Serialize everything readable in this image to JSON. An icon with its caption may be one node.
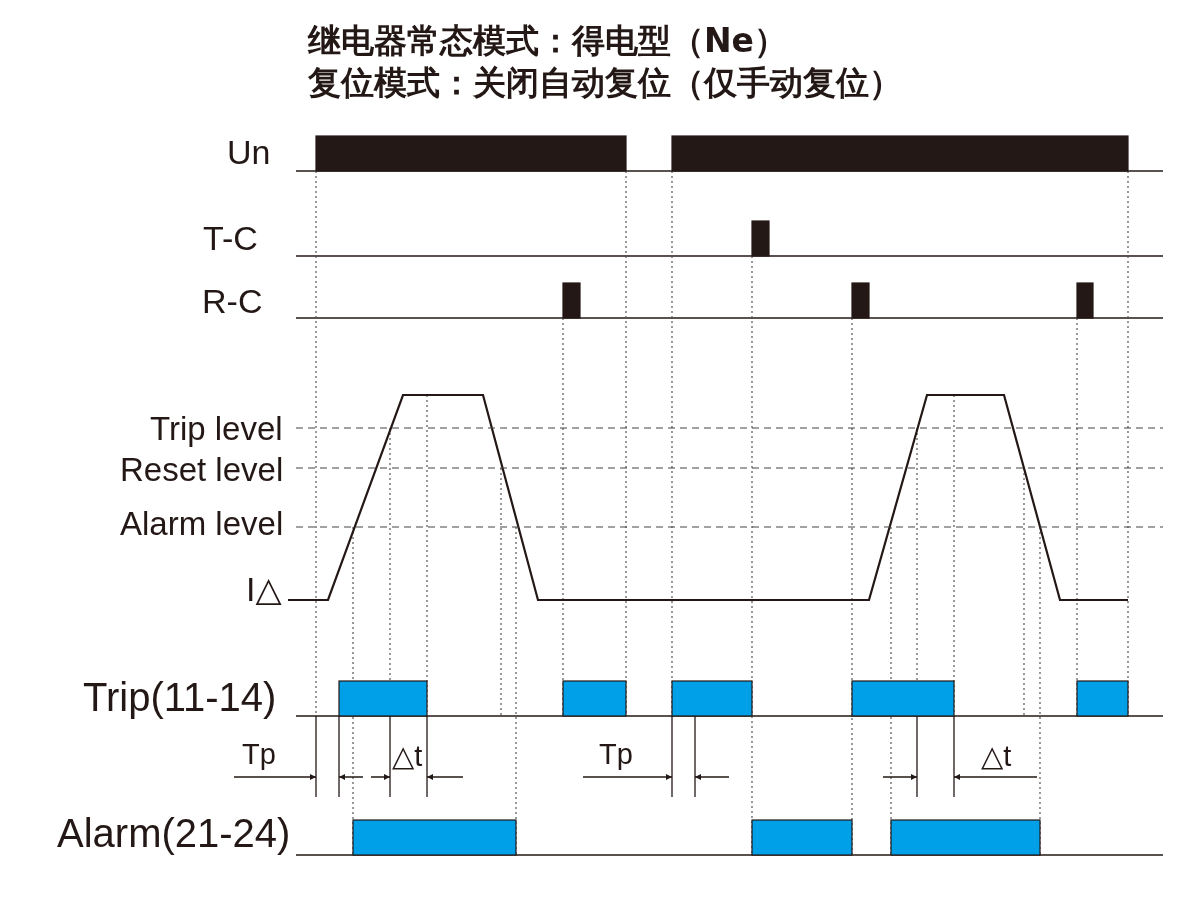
{
  "diagram": {
    "title": "继电器常态模式：得电型（Ne）",
    "labels": [
      "复位模式：关闭自动复位（仅手动复位）",
      "Un",
      "T-C",
      "R-C",
      "Trip level",
      "Reset level",
      "Alarm level",
      "I△",
      "Trip(11-14)",
      "Tp",
      "△t",
      "Tp",
      "△t",
      "Alarm(21-24)"
    ]
  }
}
